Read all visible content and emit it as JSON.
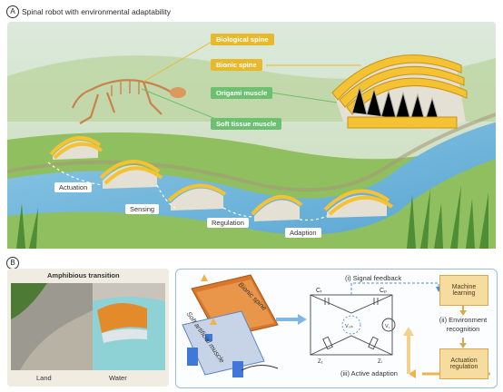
{
  "panel_a": {
    "badge": "A",
    "title": "Spinal robot with environmental adaptability",
    "tags": {
      "biological_spine": "Biological spine",
      "bionic_spine": "Bionic spine",
      "origami_muscle": "Origami muscle",
      "soft_tissue_muscle": "Soft tissue muscle"
    },
    "steps": [
      "Actuation",
      "Sensing",
      "Regulation",
      "Adaption"
    ]
  },
  "panel_b": {
    "badge": "B",
    "amphibious": {
      "title": "Amphibious transition",
      "land": "Land",
      "water": "Water"
    },
    "device": {
      "bionic_spine": "Bionic spine",
      "soft_muscle": "Soft artificial muscle"
    },
    "flow": {
      "signal_feedback": "(i) Signal feedback",
      "active_adaption": "(iii) Active adaption",
      "machine_learning": "Machine learning",
      "environment_recognition": "(ii) Environment recognition",
      "actuation_regulation": "Actuation regulation"
    },
    "circuit": {
      "c_left": "Cᵣ",
      "c_right": "Cₚ",
      "v_src": "Vₛᵢₙ",
      "v_out": "V꜀",
      "z_left": "Z₁",
      "z_right": "Zₗ"
    }
  },
  "colors": {
    "gold": "#e8b92a",
    "green": "#6cc06f",
    "blue": "#4a90d9",
    "orange": "#f2b24a"
  }
}
